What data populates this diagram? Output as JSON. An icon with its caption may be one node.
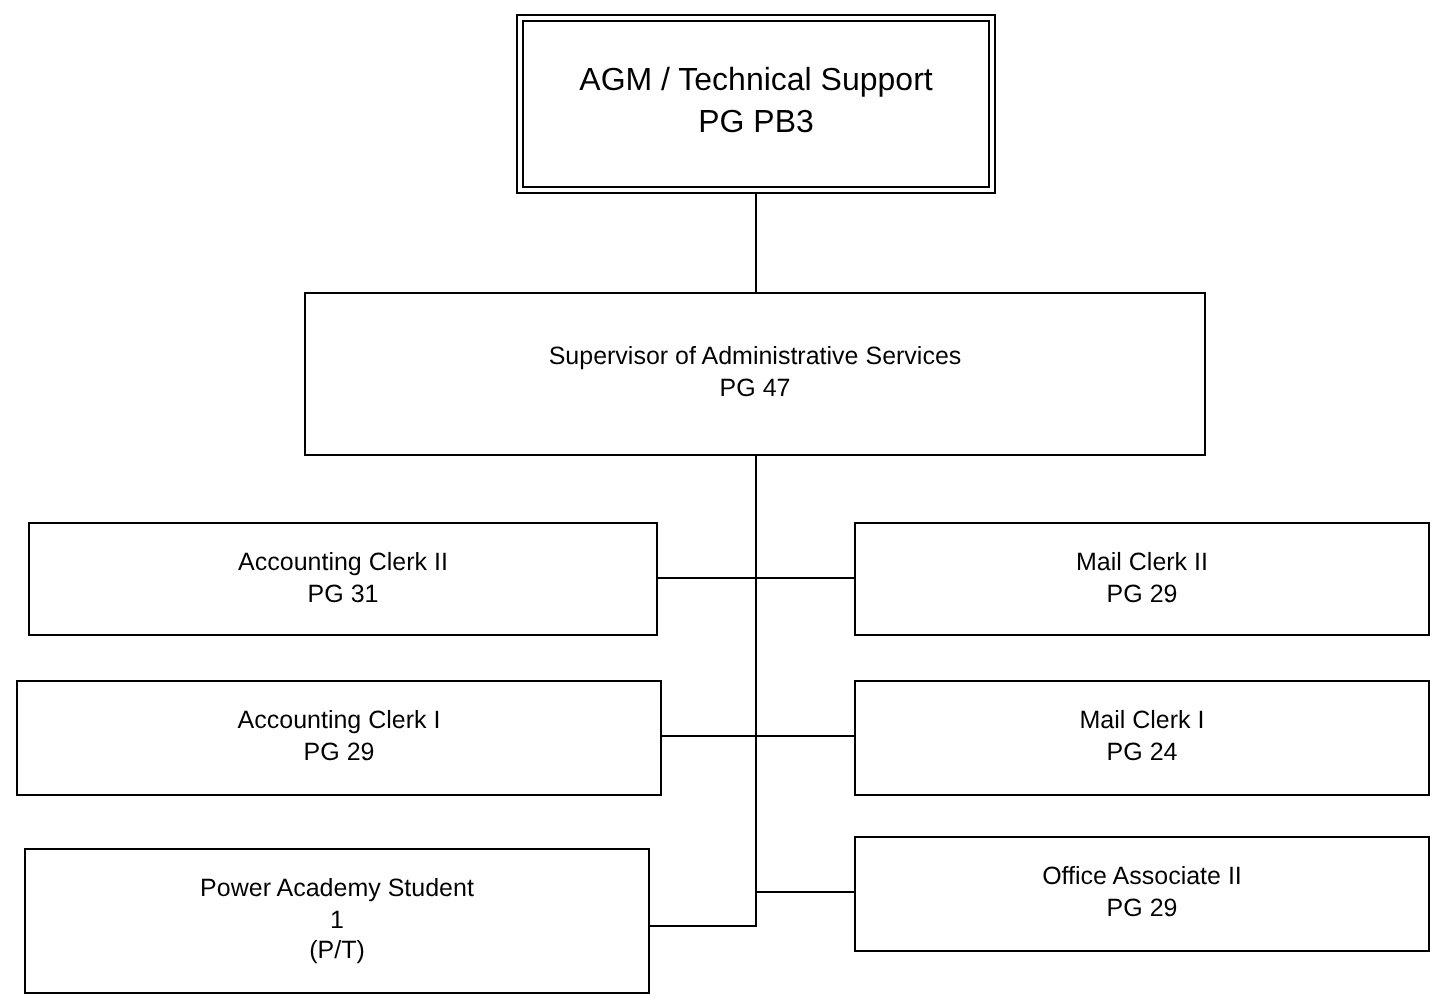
{
  "diagram": {
    "nodes": [
      {
        "text": [
          "AGM / Technical Support",
          "PG PB3"
        ]
      },
      {
        "text": [
          "Supervisor of Administrative Services",
          "PG 47"
        ]
      },
      {
        "text": [
          "Accounting Clerk II",
          "PG 31"
        ]
      },
      {
        "text": [
          "Mail Clerk II",
          "PG 29"
        ]
      },
      {
        "text": [
          "Accounting Clerk I",
          "PG 29"
        ]
      },
      {
        "text": [
          "Mail Clerk I",
          "PG 24"
        ]
      },
      {
        "text": [
          "Power Academy Student",
          "1",
          "(P/T)"
        ]
      },
      {
        "text": [
          "Office Associate II",
          "PG 29"
        ]
      }
    ],
    "edges": [
      {
        "from": 0,
        "to": 1,
        "arrow": "none"
      },
      {
        "from": 1,
        "to": 2,
        "arrow": "none"
      },
      {
        "from": 1,
        "to": 3,
        "arrow": "none"
      },
      {
        "from": 1,
        "to": 4,
        "arrow": "none"
      },
      {
        "from": 1,
        "to": 5,
        "arrow": "none"
      },
      {
        "from": 1,
        "to": 6,
        "arrow": "none"
      },
      {
        "from": 1,
        "to": 7,
        "arrow": "none"
      }
    ]
  }
}
